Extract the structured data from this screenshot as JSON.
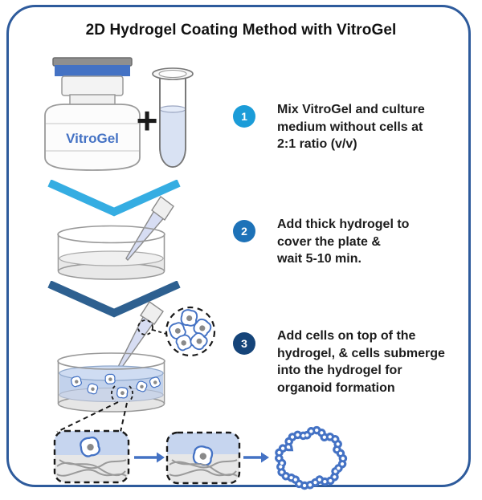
{
  "title": "2D Hydrogel Coating Method with VitroGel",
  "materials": {
    "vial_label": "VitroGel",
    "plus_sign": "+"
  },
  "steps": [
    {
      "number": "1",
      "badge_color": "#1B9CD8",
      "text": "Mix VitroGel and culture\nmedium without cells at\n2:1 ratio (v/v)"
    },
    {
      "number": "2",
      "badge_color": "#1D72B8",
      "text": "Add thick hydrogel to\ncover the plate &\nwait 5-10 min."
    },
    {
      "number": "3",
      "badge_color": "#154479",
      "text": "Add cells on top of the\nhydrogel, & cells submerge\ninto the hydrogel for\norganoid formation"
    }
  ],
  "colors": {
    "frame_border": "#2E5B9C",
    "chevron_step1": "#35ADE2",
    "chevron_step2": "#2E6090",
    "cell_outline": "#4472C4",
    "cell_nucleus": "#8a8a8a",
    "arrow": "#4472C4",
    "vial_cap_band": "#4472C4",
    "vitrogel_label_text": "#4472C4",
    "tube_liquid_blue": "#D9E2F3",
    "dish_hydrogel_gray": "#E8E8E8",
    "dish_medium_blue": "#C2D2EC",
    "organoid_blue": "#4472C4"
  }
}
